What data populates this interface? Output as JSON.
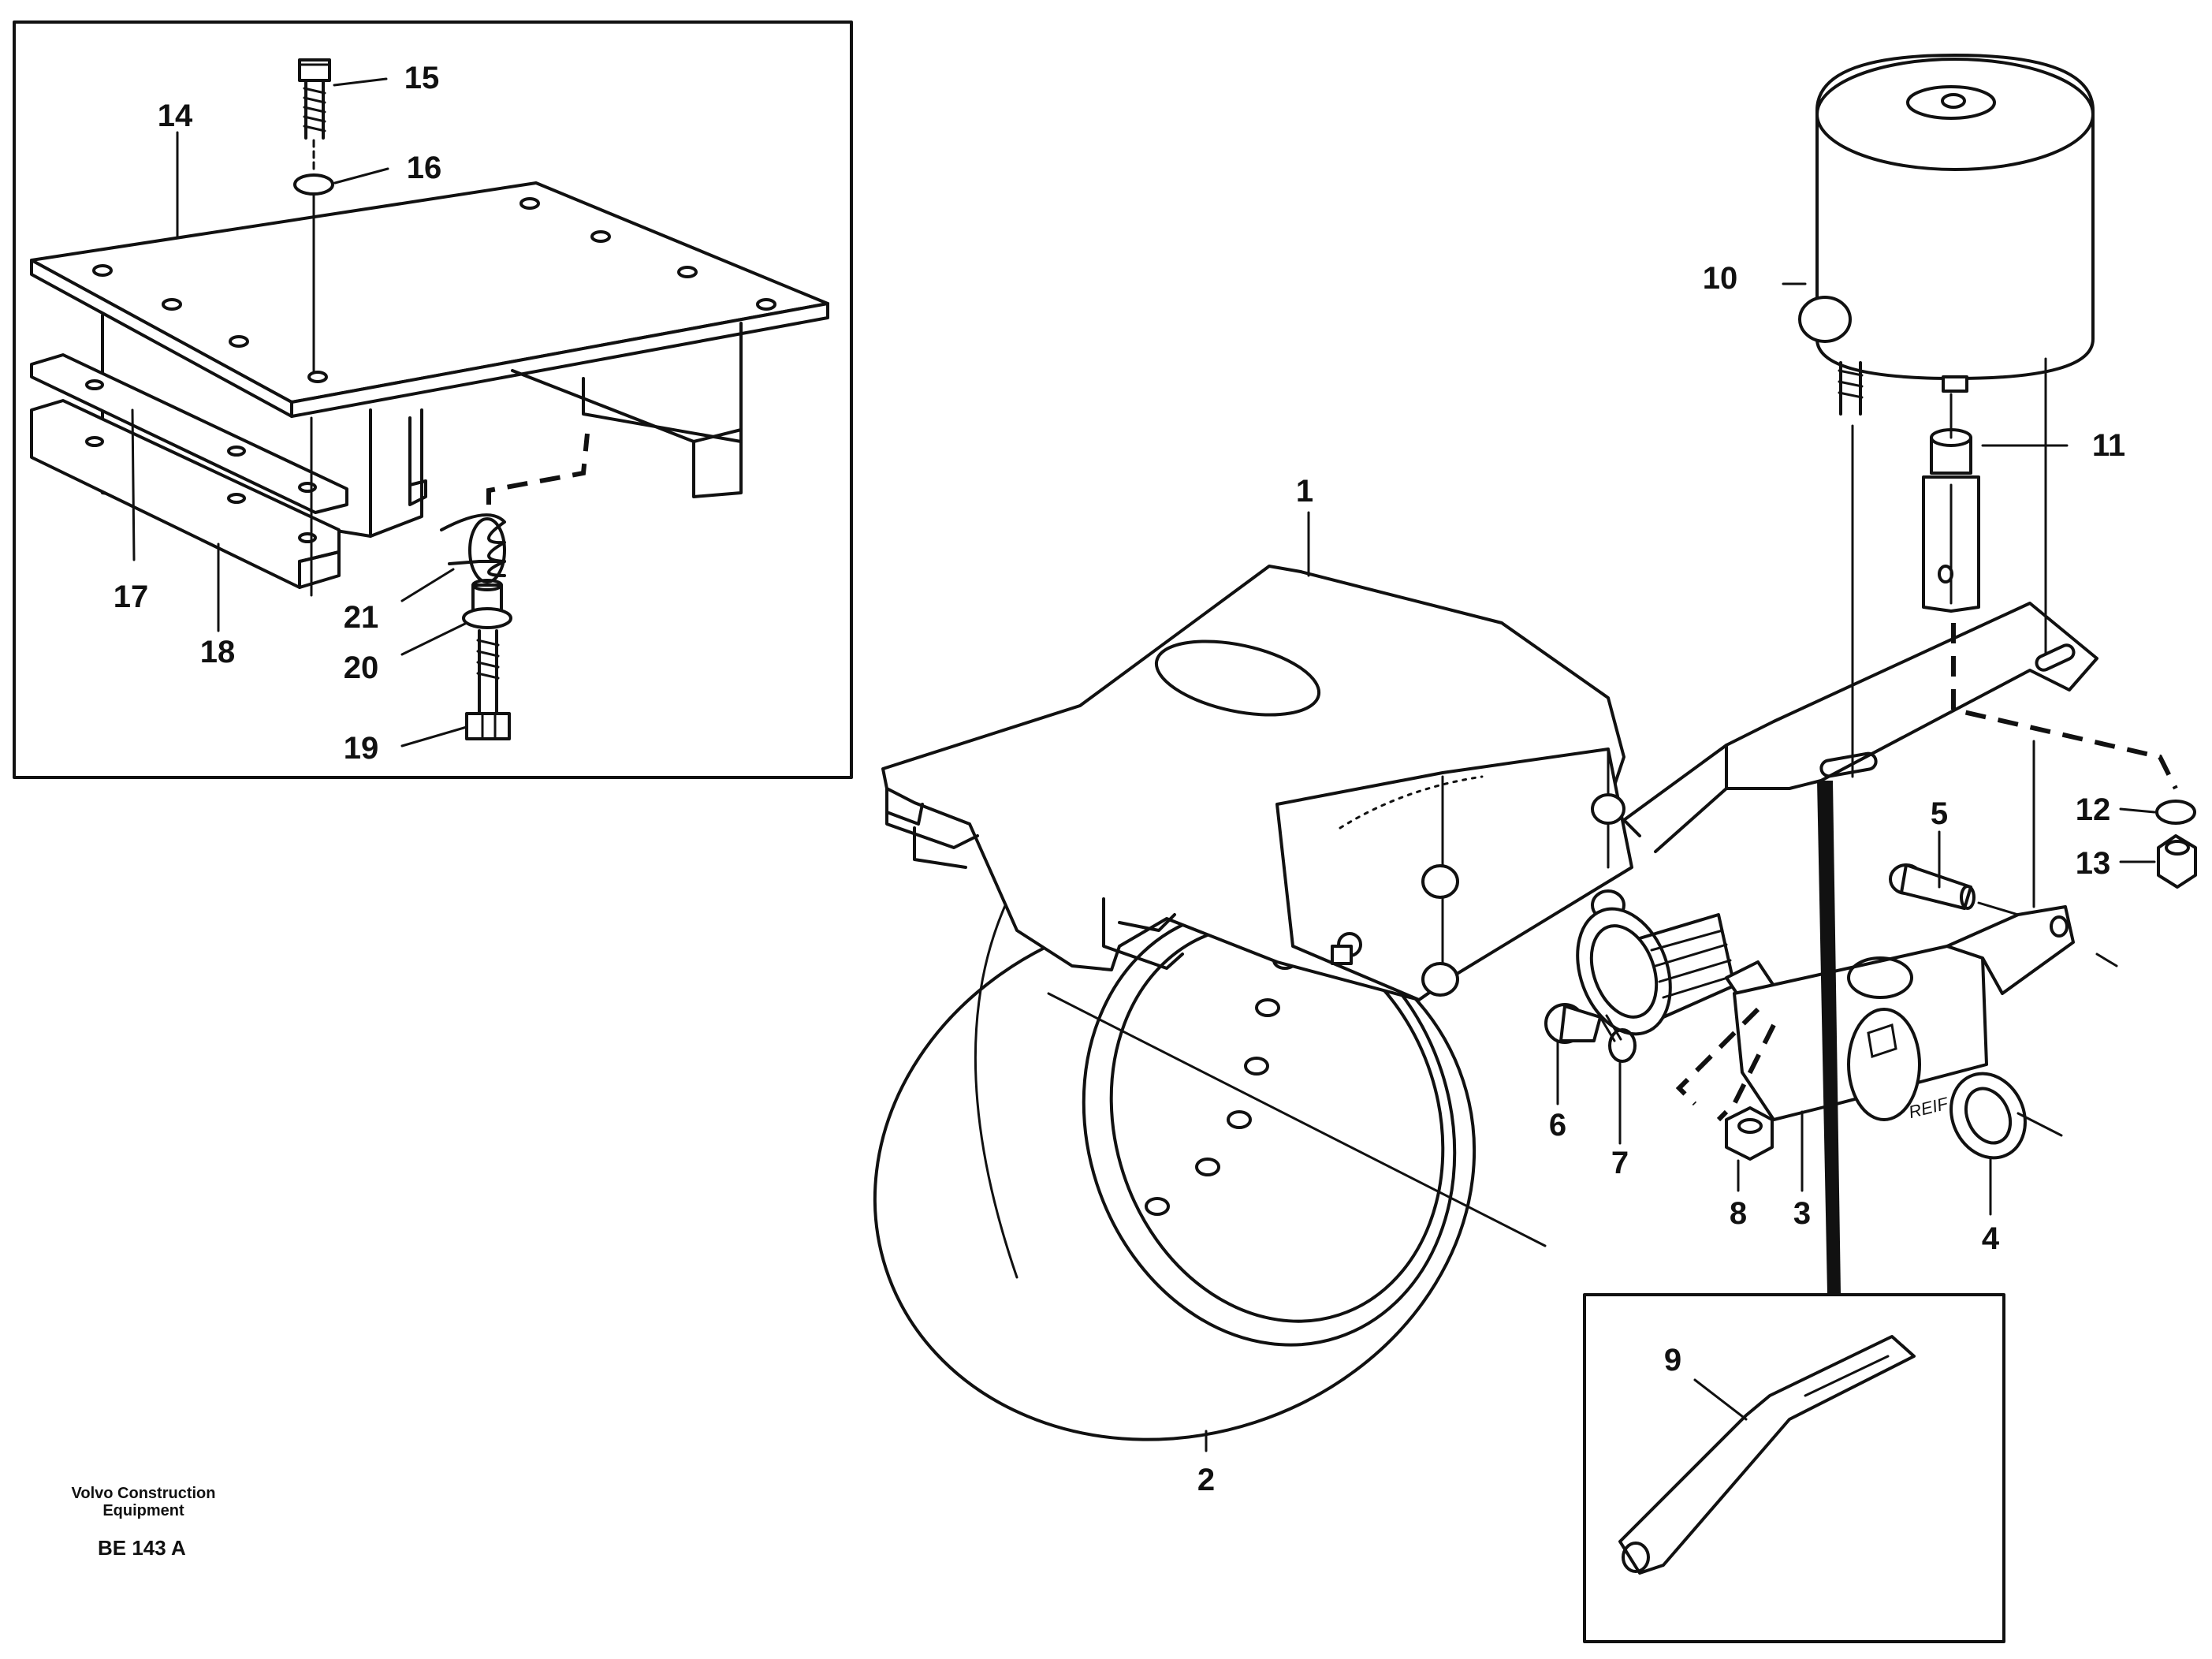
{
  "callouts": {
    "c1": "1",
    "c2": "2",
    "c3": "3",
    "c4": "4",
    "c5": "5",
    "c6": "6",
    "c7": "7",
    "c8": "8",
    "c9": "9",
    "c10": "10",
    "c11": "11",
    "c12": "12",
    "c13": "13",
    "c14": "14",
    "c15": "15",
    "c16": "16",
    "c17": "17",
    "c18": "18",
    "c19": "19",
    "c20": "20",
    "c21": "21"
  },
  "footer": {
    "company_line1": "Volvo Construction",
    "company_line2": "Equipment",
    "drawing_code": "BE 143 A"
  },
  "stamp": "REIF"
}
